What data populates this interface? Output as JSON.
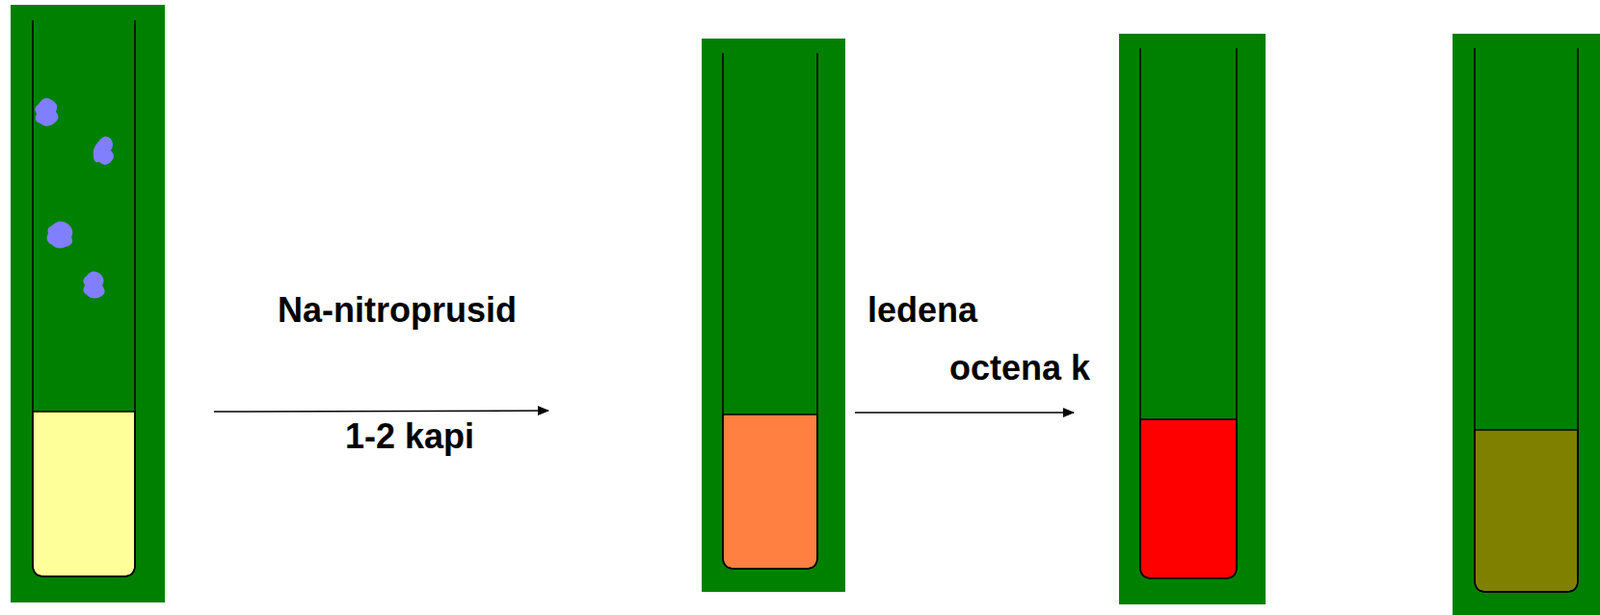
{
  "diagram": {
    "labels": [
      "Na-nitroprusid",
      "1-2 kapi",
      "ledena",
      "octena k"
    ]
  }
}
